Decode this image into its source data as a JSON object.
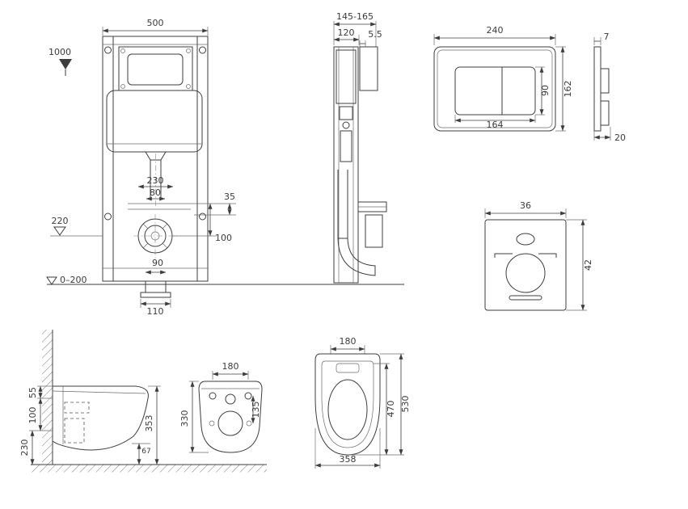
{
  "colors": {
    "line": "#3d3d3d",
    "background": "#ffffff"
  },
  "frame_front": {
    "width": "500",
    "install_height": "1000",
    "d230": "230",
    "d80": "80",
    "d35": "35",
    "d220": "220",
    "d100": "100",
    "d90": "90",
    "d110": "110",
    "floor_range": "0–200"
  },
  "frame_side": {
    "depth_range": "145-165",
    "d120": "120",
    "d5_5": "5.5"
  },
  "flush_plate": {
    "width": "240",
    "height": "162",
    "button_height": "90",
    "button_width": "164",
    "thickness": "7",
    "depth": "20"
  },
  "sound_mat": {
    "width": "36",
    "height": "42"
  },
  "pan_side": {
    "d55": "55",
    "d100": "100",
    "d230": "230",
    "d353": "353",
    "d67": "67"
  },
  "pan_back": {
    "hole_spacing": "180",
    "d135": "135",
    "height": "330"
  },
  "pan_top": {
    "d180": "180",
    "d470": "470",
    "length": "530",
    "width": "358"
  }
}
